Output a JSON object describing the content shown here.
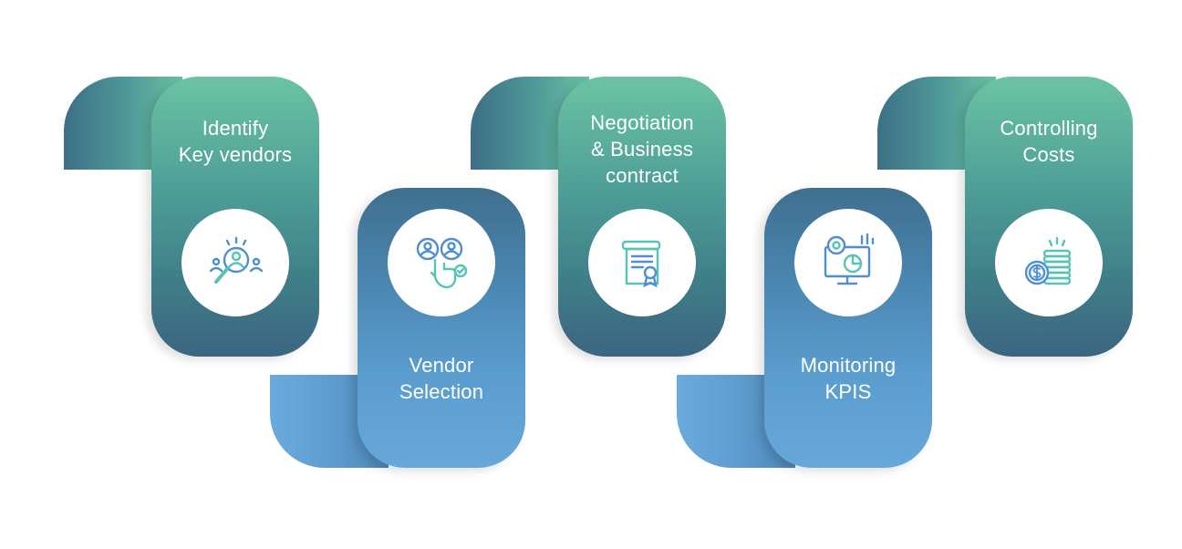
{
  "steps": [
    {
      "label": "Identify\nKey vendors",
      "icon": "vendor-search-icon"
    },
    {
      "label": "Vendor\nSelection",
      "icon": "vendor-select-icon"
    },
    {
      "label": "Negotiation\n& Business\ncontract",
      "icon": "contract-icon"
    },
    {
      "label": "Monitoring\nKPIS",
      "icon": "kpi-monitor-icon"
    },
    {
      "label": "Controlling\nCosts",
      "icon": "cost-coins-icon"
    }
  ],
  "colors": {
    "teal": "#6bc3a3",
    "teal_dark": "#3b6582",
    "blue": "#67a8da",
    "blue_dark": "#3f6f8e",
    "icon_teal": "#56c3b5",
    "icon_blue": "#4f8fd0"
  }
}
